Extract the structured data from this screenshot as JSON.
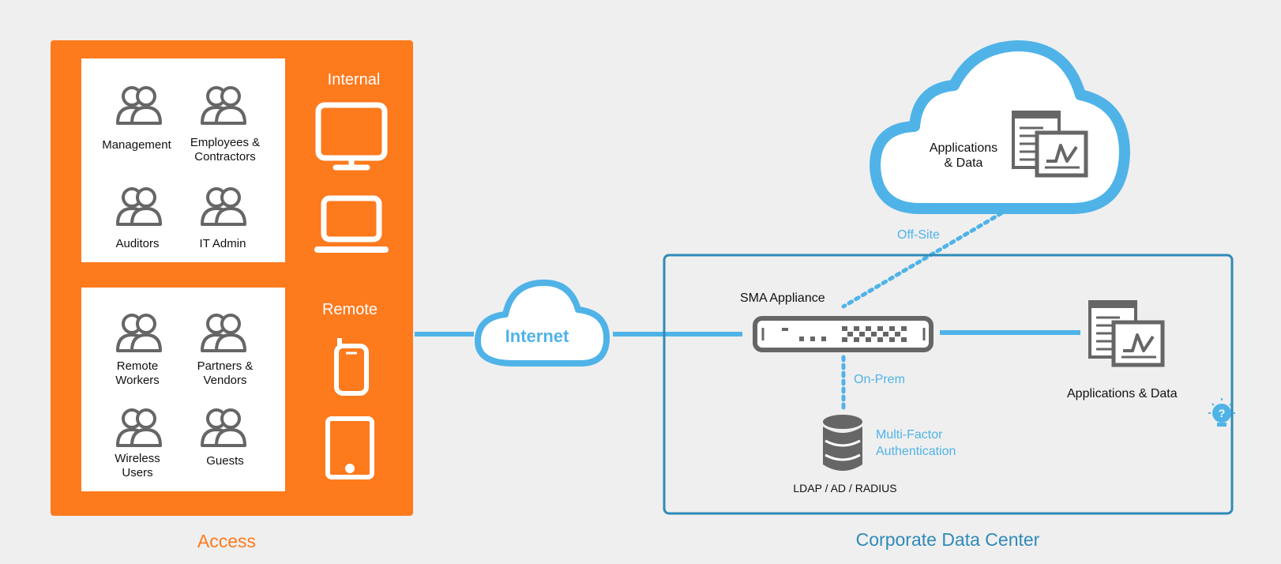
{
  "access": {
    "title": "Access",
    "internal_label": "Internal",
    "remote_label": "Remote",
    "internal_users": [
      "Management",
      "Employees &\nContractors",
      "Auditors",
      "IT Admin"
    ],
    "remote_users": [
      "Remote\nWorkers",
      "Partners &\nVendors",
      "Wireless\nUsers",
      "Guests"
    ]
  },
  "internet": {
    "label": "Internet"
  },
  "cloud": {
    "label": "Applications\n& Data",
    "link_label": "Off-Site"
  },
  "datacenter": {
    "title": "Corporate Data Center",
    "appliance_label": "SMA Appliance",
    "onprem_label": "On-Prem",
    "mfa_label": "Multi-Factor\nAuthentication",
    "directory_label": "LDAP / AD / RADIUS",
    "apps_label": "Applications & Data"
  },
  "colors": {
    "orange": "#fd7a1d",
    "blue": "#4fb3e8",
    "dark_blue": "#2f8ab8",
    "icon_gray": "#666666"
  }
}
